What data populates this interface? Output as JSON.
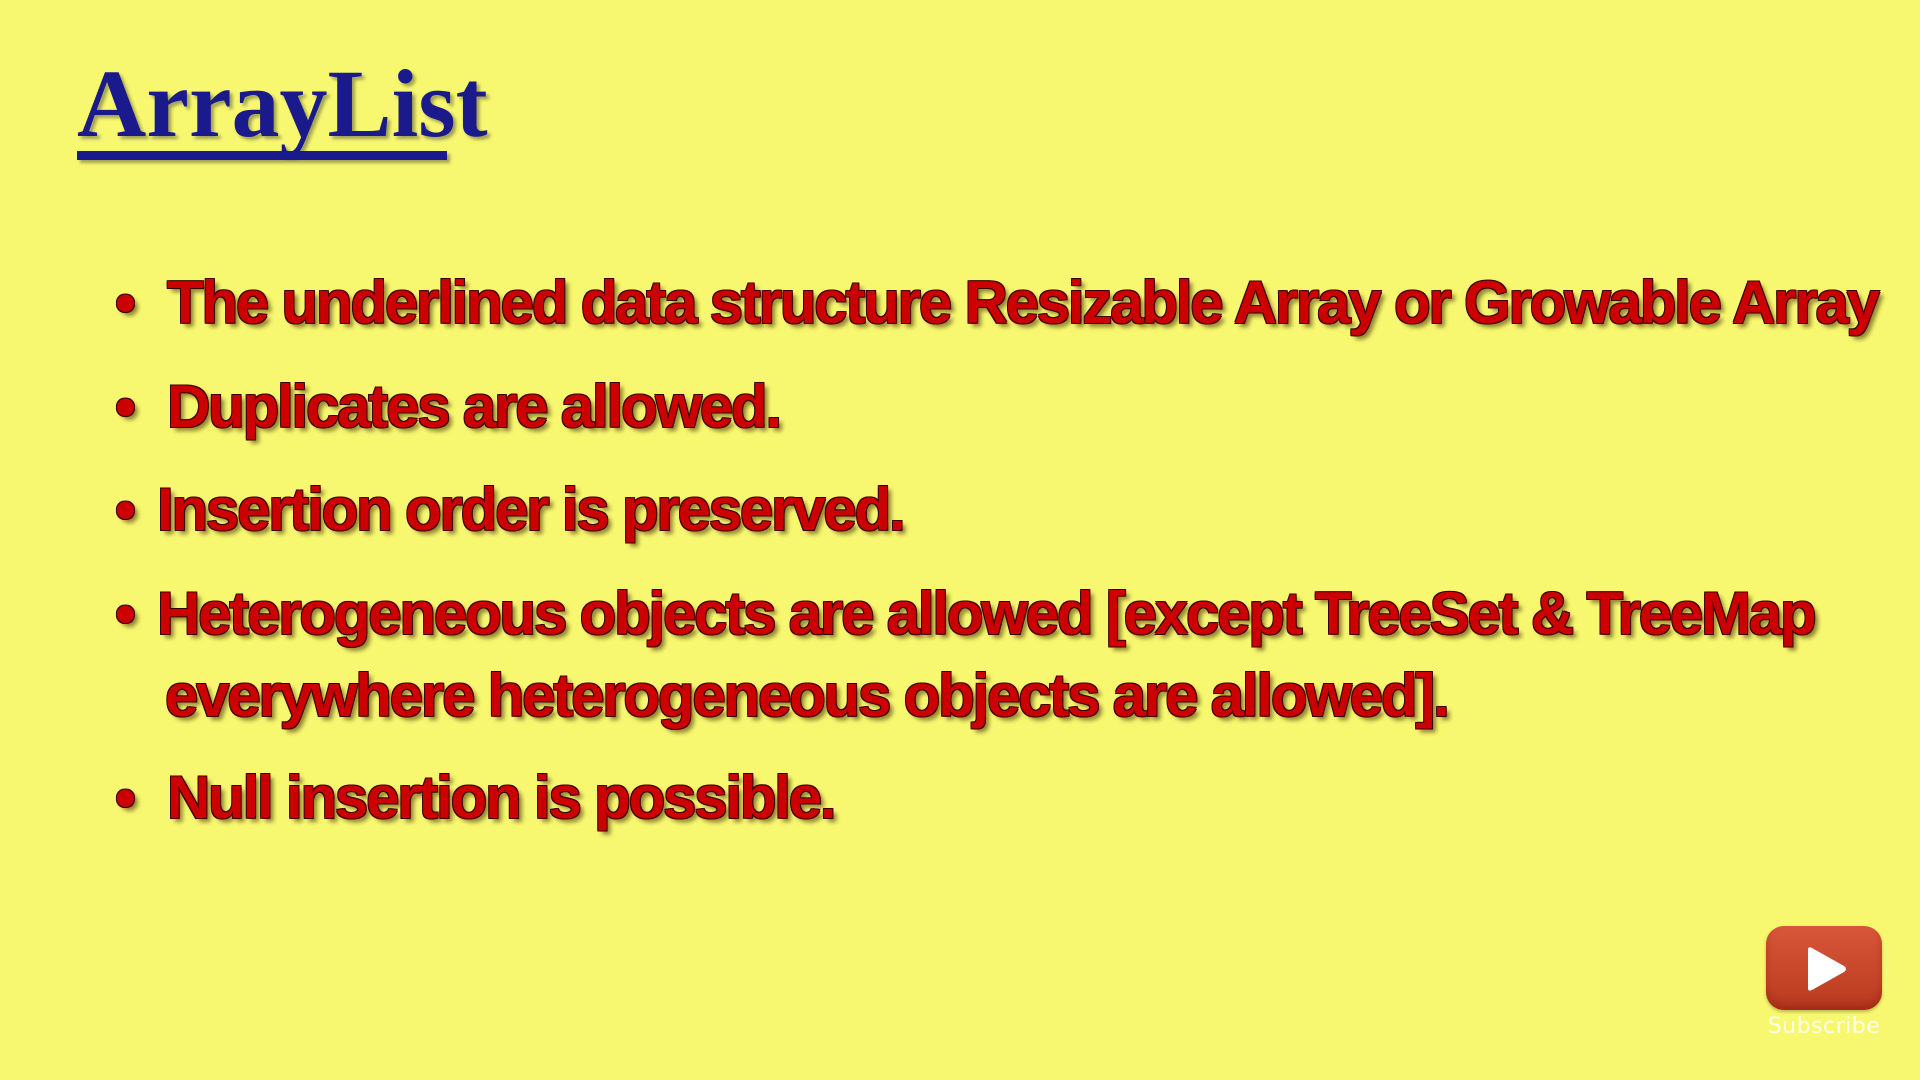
{
  "slide": {
    "title": "ArrayList",
    "bullets": [
      {
        "bullet": "•",
        "text": "The underlined data structure Resizable Array or Growable Array"
      },
      {
        "bullet": "•",
        "text": "Duplicates are allowed."
      },
      {
        "bullet": "•",
        "text": "Insertion order is preserved."
      },
      {
        "bullet": "•",
        "text": "Heterogeneous objects are allowed [except TreeSet & TreeMap",
        "continuation": "everywhere heterogeneous objects are allowed]."
      },
      {
        "bullet": "•",
        "text": "Null insertion is possible."
      }
    ]
  },
  "subscribe": {
    "label": "Subscribe",
    "icon": "play-icon"
  },
  "colors": {
    "background": "#f8f870",
    "title": "#1a1a8c",
    "bullet_text": "#cc0000",
    "subscribe_button": "#c94a2c"
  }
}
